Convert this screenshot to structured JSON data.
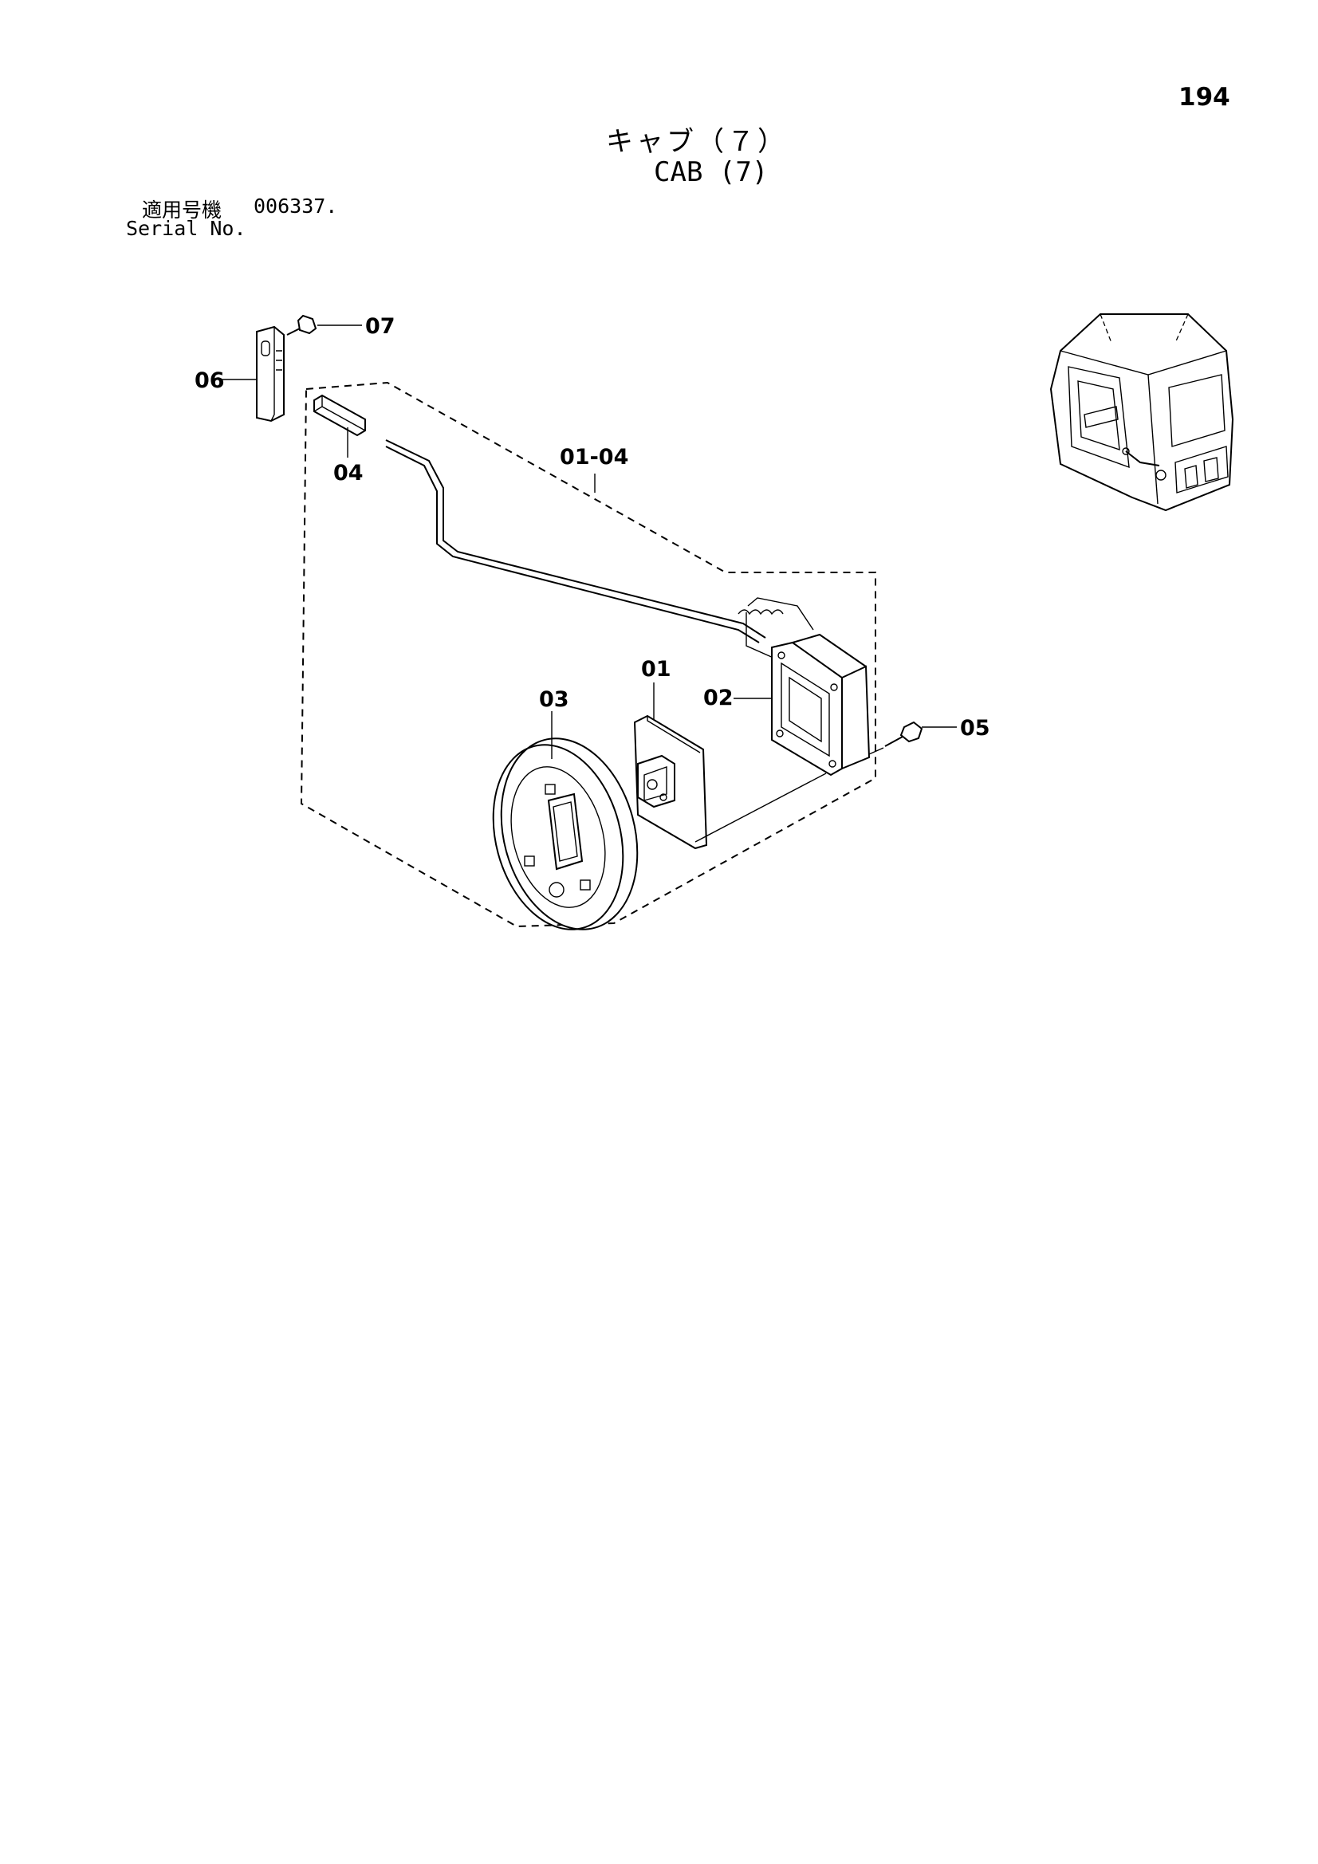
{
  "page_number": "194",
  "title_jp": "キャブ（７）",
  "title_en": "CAB (7)",
  "serial": {
    "label_jp": "適用号機",
    "label_en": "Serial No.",
    "value": "006337."
  },
  "callouts": {
    "p01": "01",
    "p02": "02",
    "p03": "03",
    "p04": "04",
    "p05": "05",
    "p06": "06",
    "p07": "07",
    "assembly": "01-04"
  }
}
